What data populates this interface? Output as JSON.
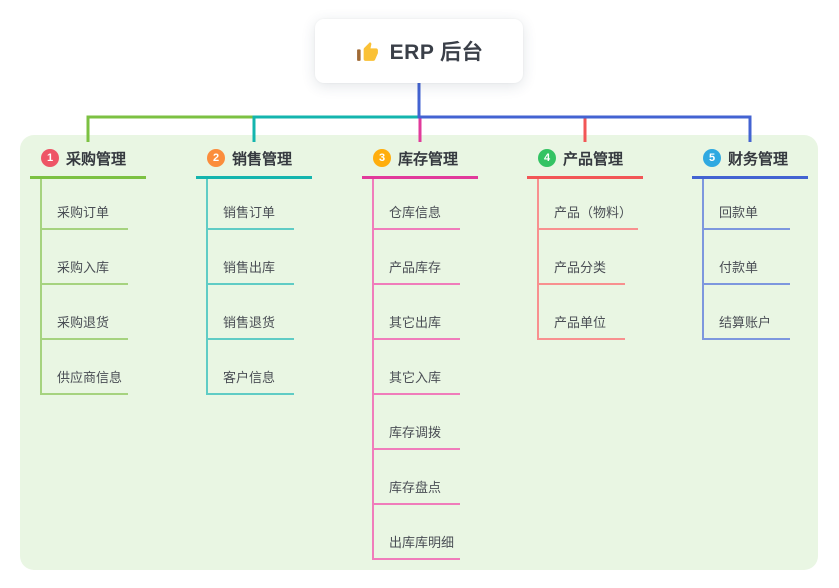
{
  "root": {
    "title": "ERP 后台",
    "icon": "thumbs-up-icon"
  },
  "colors": {
    "page_bg": "#ffffff",
    "panel_bg": "#e9f6e3",
    "root_text": "#3a3f48",
    "branch_text": "#35393f",
    "child_text": "#4a4e55",
    "thumb_hand": "#fac136",
    "thumb_cuff": "#a06a35"
  },
  "branches": [
    {
      "index": "1",
      "label": "采购管理",
      "badge_color": "#ee5566",
      "line_color": "#7cc142",
      "child_line_color": "#a6d37f",
      "children": [
        "采购订单",
        "采购入库",
        "采购退货",
        "供应商信息"
      ]
    },
    {
      "index": "2",
      "label": "销售管理",
      "badge_color": "#fb8d3c",
      "line_color": "#14b5ae",
      "child_line_color": "#5fccc5",
      "children": [
        "销售订单",
        "销售出库",
        "销售退货",
        "客户信息"
      ]
    },
    {
      "index": "3",
      "label": "库存管理",
      "badge_color": "#ffae0d",
      "line_color": "#e13a9b",
      "child_line_color": "#f07cbb",
      "children": [
        "仓库信息",
        "产品库存",
        "其它出库",
        "其它入库",
        "库存调拨",
        "库存盘点",
        "出库库明细"
      ]
    },
    {
      "index": "4",
      "label": "产品管理",
      "badge_color": "#33c363",
      "line_color": "#f25656",
      "child_line_color": "#f8908f",
      "children": [
        "产品（物料）",
        "产品分类",
        "产品单位"
      ]
    },
    {
      "index": "5",
      "label": "财务管理",
      "badge_color": "#2fa9e1",
      "line_color": "#4363d2",
      "child_line_color": "#7d97de",
      "children": [
        "回款单",
        "付款单",
        "结算账户"
      ]
    }
  ]
}
